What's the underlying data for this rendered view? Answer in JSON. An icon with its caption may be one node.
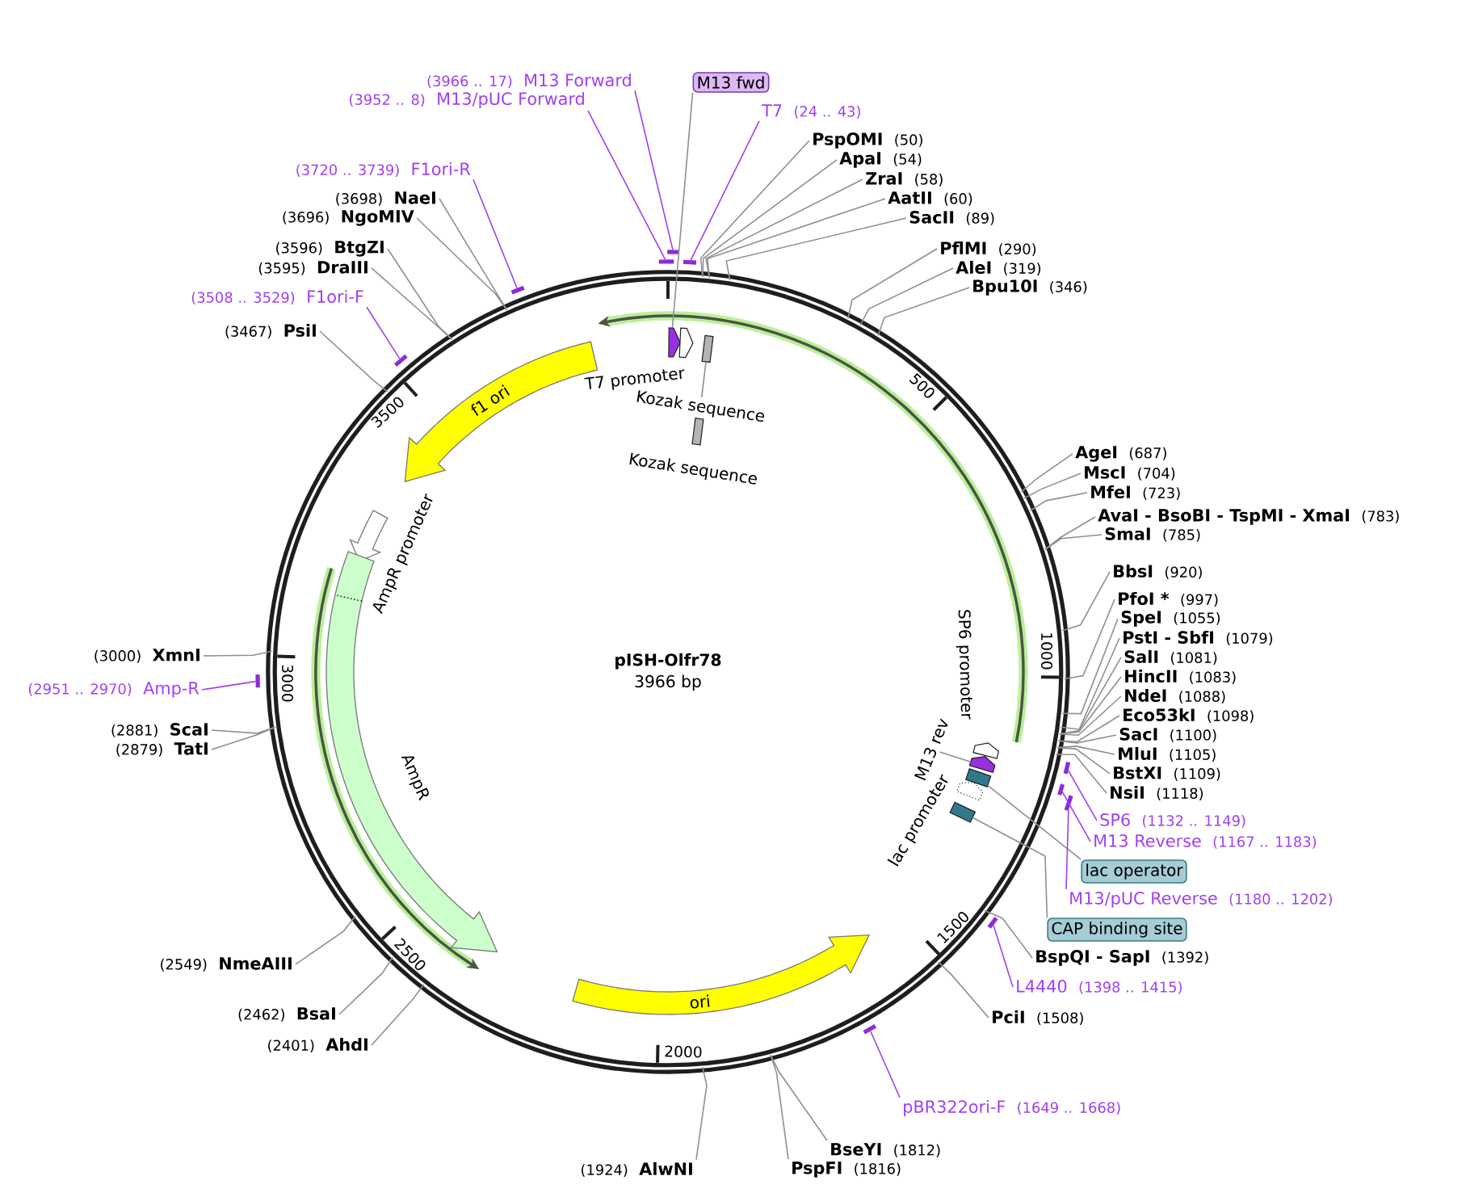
{
  "diagram": {
    "nodes": [
      {
        "text": [
          "pISH-Olfr78",
          "3966 bp"
        ]
      },
      {
        "text": [
          "f1 ori"
        ],
        "in": 0
      },
      {
        "text": [],
        "shape": "arrow",
        "in": 0
      },
      {
        "text": [
          "T7 promoter"
        ],
        "in": 0
      },
      {
        "text": [],
        "shape": "box",
        "in": 0
      },
      {
        "text": [
          "Kozak sequence"
        ],
        "in": 0
      },
      {
        "text": [
          "Kozak sequence"
        ],
        "in": 0
      },
      {
        "text": [
          "AmpR promoter"
        ],
        "in": 0
      },
      {
        "text": [
          "AmpR"
        ],
        "in": 0
      },
      {
        "text": [
          "SP6 promoter"
        ],
        "in": 0
      },
      {
        "text": [
          "M13 rev"
        ],
        "in": 0
      },
      {
        "text": [],
        "shape": "arrow",
        "in": 0
      },
      {
        "text": [],
        "shape": "box",
        "in": 0
      },
      {
        "text": [
          "lac promoter"
        ],
        "in": 0
      },
      {
        "text": [],
        "shape": "box",
        "in": 0
      },
      {
        "text": [
          "ori"
        ],
        "in": 0
      },
      {
        "text": [
          "(3952 .. 8)",
          "M13/pUC Forward"
        ]
      },
      {
        "text": [],
        "shape": "bar"
      },
      {
        "text": [
          "(3966 .. 17)",
          "M13 Forward"
        ]
      },
      {
        "text": [],
        "shape": "bar"
      },
      {
        "text": [
          "M13 fwd"
        ]
      },
      {
        "text": [
          "T7",
          "(24 .. 43)"
        ]
      },
      {
        "text": [],
        "shape": "bar"
      },
      {
        "text": [
          "PspOMI",
          "(50)"
        ]
      },
      {
        "text": [
          "ApaI",
          "(54)"
        ]
      },
      {
        "text": [
          "ZraI",
          "(58)"
        ]
      },
      {
        "text": [
          "AatII",
          "(60)"
        ]
      },
      {
        "text": [
          "SacII",
          "(89)"
        ]
      },
      {
        "text": [
          "PflMI",
          "(290)"
        ]
      },
      {
        "text": [
          "AleI",
          "(319)"
        ]
      },
      {
        "text": [
          "Bpu10I",
          "(346)"
        ]
      },
      {
        "text": [
          "AgeI",
          "(687)"
        ]
      },
      {
        "text": [
          "MscI",
          "(704)"
        ]
      },
      {
        "text": [
          "MfeI",
          "(723)"
        ]
      },
      {
        "text": [
          "AvaI - BsoBI - TspMI - XmaI",
          "(783)"
        ]
      },
      {
        "text": [
          "SmaI",
          "(785)"
        ]
      },
      {
        "text": [
          "BbsI",
          "(920)"
        ]
      },
      {
        "text": [
          "PfoI *",
          "(997)"
        ]
      },
      {
        "text": [
          "SpeI",
          "(1055)"
        ]
      },
      {
        "text": [
          "PstI - SbfI",
          "(1079)"
        ]
      },
      {
        "text": [
          "SalI",
          "(1081)"
        ]
      },
      {
        "text": [
          "HincII",
          "(1083)"
        ]
      },
      {
        "text": [
          "NdeI",
          "(1088)"
        ]
      },
      {
        "text": [
          "Eco53kI",
          "(1098)"
        ]
      },
      {
        "text": [
          "SacI",
          "(1100)"
        ]
      },
      {
        "text": [
          "MluI",
          "(1105)"
        ]
      },
      {
        "text": [
          "BstXI",
          "(1109)"
        ]
      },
      {
        "text": [
          "NsiI",
          "(1118)"
        ]
      },
      {
        "text": [
          "SP6",
          "(1132 .. 1149)"
        ]
      },
      {
        "text": [],
        "shape": "bar"
      },
      {
        "text": [
          "M13 Reverse",
          "(1167 .. 1183)"
        ]
      },
      {
        "text": [],
        "shape": "bar"
      },
      {
        "text": [
          "lac operator"
        ]
      },
      {
        "text": [
          "M13/pUC Reverse",
          "(1180 .. 1202)"
        ]
      },
      {
        "text": [],
        "shape": "bar"
      },
      {
        "text": [
          "CAP binding site"
        ]
      },
      {
        "text": [
          "BspQI - SapI",
          "(1392)"
        ]
      },
      {
        "text": [
          "L4440",
          "(1398 .. 1415)"
        ]
      },
      {
        "text": [],
        "shape": "bar"
      },
      {
        "text": [
          "PciI",
          "(1508)"
        ]
      },
      {
        "text": [
          "pBR322ori-F",
          "(1649 .. 1668)"
        ]
      },
      {
        "text": [],
        "shape": "bar"
      },
      {
        "text": [
          "BseYI",
          "(1812)"
        ]
      },
      {
        "text": [
          "PspFI",
          "(1816)"
        ]
      },
      {
        "text": [
          "(1924)",
          "AlwNI"
        ]
      },
      {
        "text": [
          "(2401)",
          "AhdI"
        ]
      },
      {
        "text": [
          "(2462)",
          "BsaI"
        ]
      },
      {
        "text": [
          "(2549)",
          "NmeAIII"
        ]
      },
      {
        "text": [
          "(2879)",
          "TatI"
        ]
      },
      {
        "text": [
          "(2881)",
          "ScaI"
        ]
      },
      {
        "text": [
          "(2951 .. 2970)",
          "Amp-R"
        ]
      },
      {
        "text": [],
        "shape": "bar"
      },
      {
        "text": [
          "(3000)",
          "XmnI"
        ]
      },
      {
        "text": [
          "(3467)",
          "PsiI"
        ]
      },
      {
        "text": [
          "(3508 .. 3529)",
          "F1ori-F"
        ]
      },
      {
        "text": [],
        "shape": "bar"
      },
      {
        "text": [
          "(3595)",
          "DraIII"
        ]
      },
      {
        "text": [
          "(3596)",
          "BtgZI"
        ]
      },
      {
        "text": [
          "(3696)",
          "NgoMIV"
        ]
      },
      {
        "text": [
          "(3698)",
          "NaeI"
        ]
      },
      {
        "text": [
          "(3720 .. 3739)",
          "F1ori-R"
        ]
      },
      {
        "text": [],
        "shape": "bar"
      }
    ],
    "edges": [
      {
        "from": 16,
        "to": 17,
        "arrow": "none",
        "color": "#a040f0"
      },
      {
        "from": 18,
        "to": 19,
        "arrow": "none",
        "color": "#a040f0"
      },
      {
        "from": 20,
        "to": 2,
        "arrow": "none"
      },
      {
        "from": 21,
        "to": 22,
        "arrow": "none",
        "color": "#a040f0"
      },
      {
        "from": 23,
        "to": 0,
        "arrow": "none"
      },
      {
        "from": 24,
        "to": 0,
        "arrow": "none"
      },
      {
        "from": 25,
        "to": 0,
        "arrow": "none"
      },
      {
        "from": 26,
        "to": 0,
        "arrow": "none"
      },
      {
        "from": 27,
        "to": 0,
        "arrow": "none"
      },
      {
        "from": 28,
        "to": 0,
        "arrow": "none"
      },
      {
        "from": 29,
        "to": 0,
        "arrow": "none"
      },
      {
        "from": 30,
        "to": 0,
        "arrow": "none"
      },
      {
        "from": 31,
        "to": 0,
        "arrow": "none"
      },
      {
        "from": 32,
        "to": 0,
        "arrow": "none"
      },
      {
        "from": 33,
        "to": 0,
        "arrow": "none"
      },
      {
        "from": 34,
        "to": 0,
        "arrow": "none"
      },
      {
        "from": 35,
        "to": 0,
        "arrow": "none"
      },
      {
        "from": 36,
        "to": 0,
        "arrow": "none"
      },
      {
        "from": 37,
        "to": 0,
        "arrow": "none"
      },
      {
        "from": 38,
        "to": 0,
        "arrow": "none"
      },
      {
        "from": 39,
        "to": 0,
        "arrow": "none"
      },
      {
        "from": 40,
        "to": 0,
        "arrow": "none"
      },
      {
        "from": 41,
        "to": 0,
        "arrow": "none"
      },
      {
        "from": 42,
        "to": 0,
        "arrow": "none"
      },
      {
        "from": 43,
        "to": 0,
        "arrow": "none"
      },
      {
        "from": 44,
        "to": 0,
        "arrow": "none"
      },
      {
        "from": 45,
        "to": 0,
        "arrow": "none"
      },
      {
        "from": 46,
        "to": 0,
        "arrow": "none"
      },
      {
        "from": 47,
        "to": 0,
        "arrow": "none"
      },
      {
        "from": 48,
        "to": 49,
        "arrow": "none",
        "color": "#a040f0"
      },
      {
        "from": 50,
        "to": 51,
        "arrow": "none",
        "color": "#a040f0"
      },
      {
        "from": 52,
        "to": 12,
        "arrow": "none"
      },
      {
        "from": 53,
        "to": 54,
        "arrow": "none",
        "color": "#a040f0"
      },
      {
        "from": 55,
        "to": 14,
        "arrow": "none"
      },
      {
        "from": 56,
        "to": 0,
        "arrow": "none"
      },
      {
        "from": 57,
        "to": 58,
        "arrow": "none",
        "color": "#a040f0"
      },
      {
        "from": 59,
        "to": 0,
        "arrow": "none"
      },
      {
        "from": 60,
        "to": 61,
        "arrow": "none",
        "color": "#a040f0"
      },
      {
        "from": 62,
        "to": 0,
        "arrow": "none"
      },
      {
        "from": 63,
        "to": 0,
        "arrow": "none"
      },
      {
        "from": 64,
        "to": 0,
        "arrow": "none"
      },
      {
        "from": 65,
        "to": 0,
        "arrow": "none"
      },
      {
        "from": 66,
        "to": 0,
        "arrow": "none"
      },
      {
        "from": 67,
        "to": 0,
        "arrow": "none"
      },
      {
        "from": 68,
        "to": 0,
        "arrow": "none"
      },
      {
        "from": 69,
        "to": 0,
        "arrow": "none"
      },
      {
        "from": 70,
        "to": 71,
        "arrow": "none",
        "color": "#a040f0"
      },
      {
        "from": 72,
        "to": 0,
        "arrow": "none"
      },
      {
        "from": 73,
        "to": 0,
        "arrow": "none"
      },
      {
        "from": 74,
        "to": 75,
        "arrow": "none",
        "color": "#a040f0"
      },
      {
        "from": 76,
        "to": 0,
        "arrow": "none"
      },
      {
        "from": 77,
        "to": 0,
        "arrow": "none"
      },
      {
        "from": 78,
        "to": 0,
        "arrow": "none"
      },
      {
        "from": 79,
        "to": 0,
        "arrow": "none"
      },
      {
        "from": 80,
        "to": 81,
        "arrow": "none",
        "color": "#a040f0"
      },
      {
        "from": 5,
        "to": 4,
        "arrow": "none"
      },
      {
        "from": 10,
        "to": 11,
        "arrow": "none"
      }
    ],
    "labels": [
      "500",
      "1000",
      "1500",
      "2000",
      "2500",
      "3000",
      "3500"
    ]
  }
}
